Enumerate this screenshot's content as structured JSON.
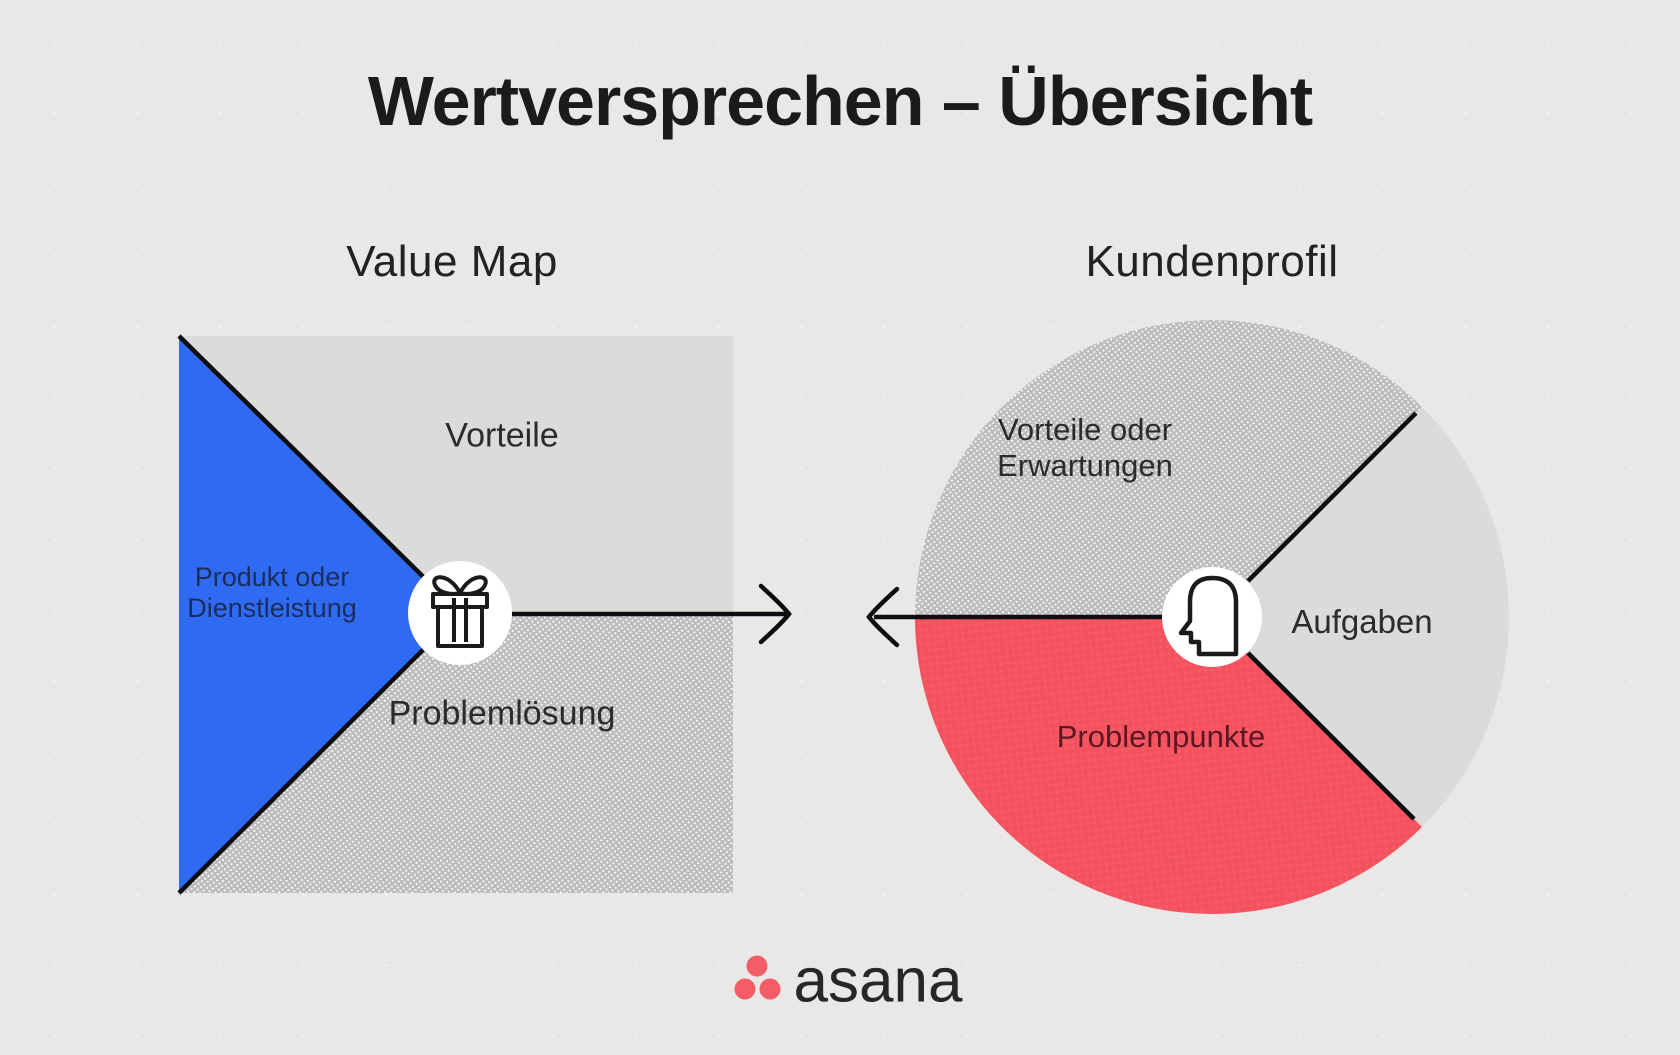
{
  "title": "Wertversprechen – Übersicht",
  "value_map": {
    "heading": "Value Map",
    "product_line1": "Produkt oder",
    "product_line2": "Dienstleistung",
    "benefits_label": "Vorteile",
    "solution_label": "Problemlösung",
    "center_icon": "gift-icon"
  },
  "customer_profile": {
    "heading": "Kundenprofil",
    "gains_line1": "Vorteile oder",
    "gains_line2": "Erwartungen",
    "jobs_label": "Aufgaben",
    "pains_label": "Problempunkte",
    "center_icon": "head-profile-icon"
  },
  "footer": {
    "brand": "asana",
    "logo_icon": "asana-dots-icon"
  },
  "colors": {
    "page_bg": "#e9e8e6",
    "panel_gray": "#dcdbd9",
    "halftone_gray": "#bdbcba",
    "blue": "#2e6bf2",
    "red": "#f4535f",
    "ink": "#1b1b1b",
    "line_ink": "#0e0e12",
    "navy": "#1d2c5c",
    "maroon": "#5c1722",
    "logo_red": "#f25d66"
  }
}
